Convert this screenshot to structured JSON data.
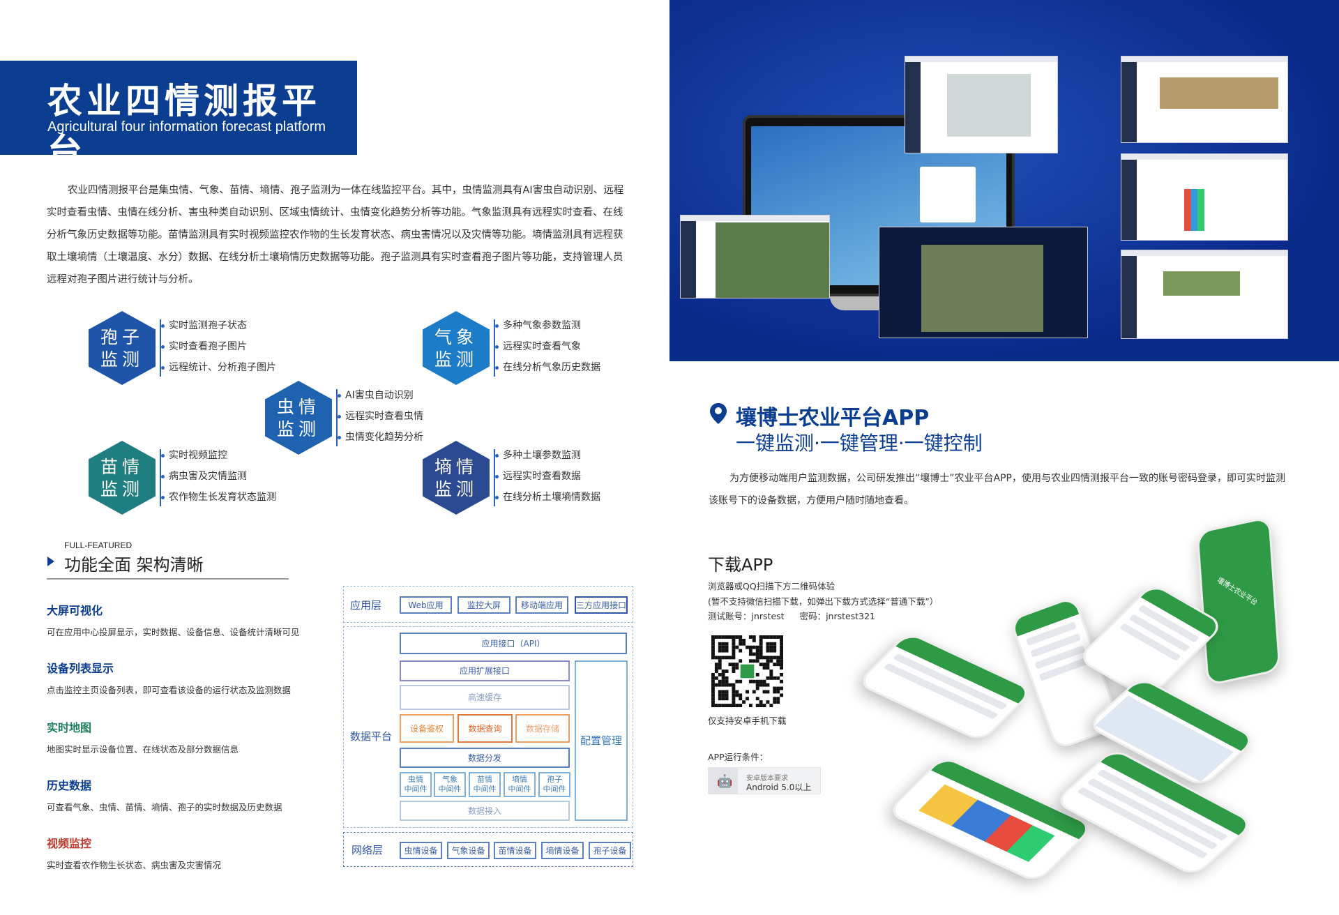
{
  "banner": {
    "title": "农业四情测报平台",
    "subtitle": "Agricultural four information forecast platform"
  },
  "intro": "农业四情测报平台是集虫情、气象、苗情、墒情、孢子监测为一体在线监控平台。其中，虫情监测具有AI害虫自动识别、远程实时查看虫情、虫情在线分析、害虫种类自动识别、区域虫情统计、虫情变化趋势分析等功能。气象监测具有远程实时查看、在线分析气象历史数据等功能。苗情监测具有实时视频监控农作物的生长发育状态、病虫害情况以及灾情等功能。墒情监测具有远程获取土壤墒情（土壤温度、水分）数据、在线分析土壤墒情历史数据等功能。孢子监测具有实时查看孢子图片等功能，支持管理人员远程对孢子图片进行统计与分析。",
  "modules": [
    {
      "l1": "孢子",
      "l2": "监测",
      "color": "#1f55a8",
      "items": [
        "实时监测孢子状态",
        "实时查看孢子图片",
        "远程统计、分析孢子图片"
      ]
    },
    {
      "l1": "气象",
      "l2": "监测",
      "color": "#1c7cc8",
      "items": [
        "多种气象参数监测",
        "远程实时查看气象",
        "在线分析气象历史数据"
      ]
    },
    {
      "l1": "虫情",
      "l2": "监测",
      "color": "#1f62b0",
      "items": [
        "AI害虫自动识别",
        "远程实时查看虫情",
        "虫情变化趋势分析"
      ]
    },
    {
      "l1": "苗情",
      "l2": "监测",
      "color": "#1f7f80",
      "items": [
        "实时视频监控",
        "病虫害及灾情监测",
        "农作物生长发育状态监测"
      ]
    },
    {
      "l1": "墒情",
      "l2": "监测",
      "color": "#2b4a92",
      "items": [
        "多种土壤参数监测",
        "远程实时查看数据",
        "在线分析土壤墒情数据"
      ]
    }
  ],
  "features": {
    "eyebrow": "FULL-FEATURED",
    "heading": "功能全面  架构清晰",
    "items": [
      {
        "title": "大屏可视化",
        "desc": "可在应用中心投屏显示，实时数据、设备信息、设备统计清晰可见",
        "color": "#0b3d91"
      },
      {
        "title": "设备列表显示",
        "desc": "点击监控主页设备列表，即可查看该设备的运行状态及监测数据",
        "color": "#0b3d91"
      },
      {
        "title": "实时地图",
        "desc": "地图实时显示设备位置、在线状态及部分数据信息",
        "color": "#1f7f60"
      },
      {
        "title": "历史数据",
        "desc": "可查看气象、虫情、苗情、墒情、孢子的实时数据及历史数据",
        "color": "#0b3d91"
      },
      {
        "title": "视频监控",
        "desc": "实时查看农作物生长状态、病虫害及灾害情况",
        "color": "#c0392b"
      }
    ]
  },
  "arch": {
    "app_layer": "应用层",
    "app_items": [
      "Web应用",
      "监控大屏",
      "移动端应用",
      "三方应用接口"
    ],
    "data_layer": "数据平台",
    "api": "应用接口（API）",
    "ext": "应用扩展接口",
    "cache": "高速缓存",
    "mid3": [
      "设备鉴权",
      "数据查询",
      "数据存储"
    ],
    "dist": "数据分发",
    "middleware": [
      [
        "虫情",
        "中间件"
      ],
      [
        "气象",
        "中间件"
      ],
      [
        "苗情",
        "中间件"
      ],
      [
        "墒情",
        "中间件"
      ],
      [
        "孢子",
        "中间件"
      ]
    ],
    "access": "数据接入",
    "config": "配置管理",
    "net_layer": "网络层",
    "net_items": [
      "虫情设备",
      "气象设备",
      "苗情设备",
      "墒情设备",
      "孢子设备"
    ]
  },
  "app": {
    "title": "壤博士农业平台APP",
    "subtitle": "一键监测·一键管理·一键控制",
    "para": "为方便移动端用户监测数据，公司研发推出“壤博士”农业平台APP，使用与农业四情测报平台一致的账号密码登录，即可实时监测该账号下的设备数据，方便用户随时随地查看。",
    "download_title": "下载APP",
    "line1": "浏览器或QQ扫描下方二维码体验",
    "line2": "(暂不支持微信扫描下载，如弹出下载方式选择“普通下载”）",
    "account_label": "测试账号：",
    "account": "jnrstest",
    "password_label": "密码：",
    "password": "jnrstest321",
    "qr_caption": "仅支持安卓手机下载",
    "req_title": "APP运行条件：",
    "req_small": "安卓版本要求",
    "req_big": "Android 5.0以上",
    "phone_brand": "壤博士农业平台"
  }
}
